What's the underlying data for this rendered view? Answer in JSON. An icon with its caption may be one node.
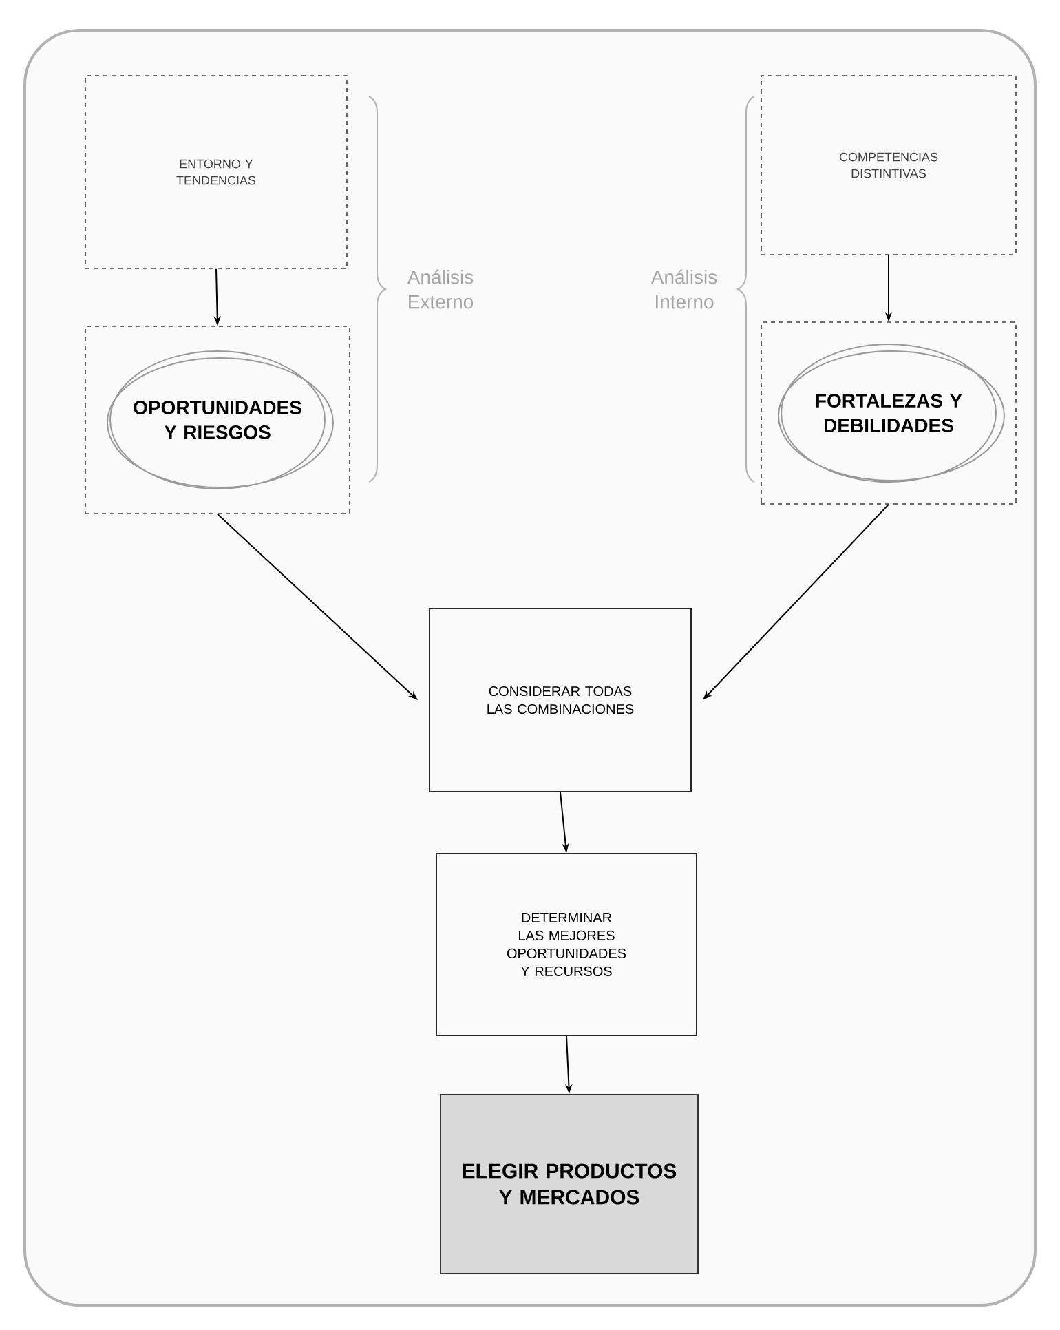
{
  "diagram": {
    "nodes": [
      {
        "text": [
          "ENTORNO Y TENDENCIAS"
        ]
      },
      {
        "text": [
          "OPORTUNIDADES Y RIESGOS"
        ]
      },
      {
        "text": [
          "COMPETENCIAS DISTINTIVAS"
        ]
      },
      {
        "text": [
          "FORTALEZAS Y DEBILIDADES"
        ]
      },
      {
        "text": [
          "CONSIDERAR TODAS LAS COMBINACIONES"
        ]
      },
      {
        "text": [
          "DETERMINAR LAS MEJORES OPORTUNIDADES Y RECURSOS"
        ]
      },
      {
        "text": [
          "ELEGIR PRODUCTOS Y MERCADOS"
        ]
      }
    ],
    "edges": [
      {
        "from": 0,
        "to": 1,
        "arrow": "to"
      },
      {
        "from": 2,
        "to": 3,
        "arrow": "to"
      },
      {
        "from": 1,
        "to": 4,
        "arrow": "to"
      },
      {
        "from": 3,
        "to": 4,
        "arrow": "to"
      },
      {
        "from": 4,
        "to": 5,
        "arrow": "to"
      },
      {
        "from": 5,
        "to": 6,
        "arrow": "to"
      }
    ],
    "labels": [
      "Análisis Externo",
      "Análisis Interno"
    ]
  }
}
